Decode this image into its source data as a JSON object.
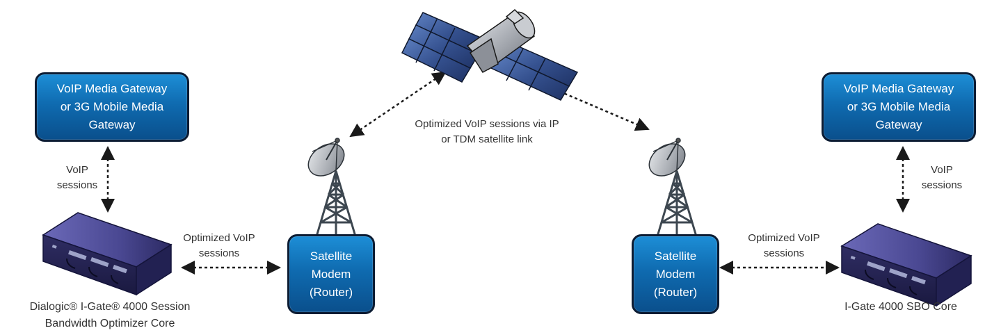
{
  "satellite_link_label": [
    "Optimized VoIP sessions via IP",
    "or TDM satellite link"
  ],
  "left": {
    "gateway_lines": [
      "VoIP Media Gateway",
      "or 3G Mobile Media",
      "Gateway"
    ],
    "voip_label": [
      "VoIP",
      "sessions"
    ],
    "optimized_label": [
      "Optimized VoIP",
      "sessions"
    ],
    "modem_lines": [
      "Satellite",
      "Modem",
      "(Router)"
    ],
    "device_caption": [
      "Dialogic® I-Gate® 4000 Session",
      "Bandwidth Optimizer Core"
    ]
  },
  "right": {
    "gateway_lines": [
      "VoIP Media Gateway",
      "or 3G Mobile Media",
      "Gateway"
    ],
    "voip_label": [
      "VoIP",
      "sessions"
    ],
    "optimized_label": [
      "Optimized VoIP",
      "sessions"
    ],
    "modem_lines": [
      "Satellite",
      "Modem",
      "(Router)"
    ],
    "device_caption": [
      "I-Gate 4000 SBO Core"
    ]
  },
  "colors": {
    "box_top": "#1d8ed6",
    "box_bottom": "#0a4f8c",
    "box_border": "#0c1c33",
    "tower": "#44505a",
    "device": "#3b3a78",
    "panel": "#35518f"
  },
  "icons": [
    "satellite-icon",
    "satellite-dish-tower-icon",
    "network-appliance-icon"
  ]
}
